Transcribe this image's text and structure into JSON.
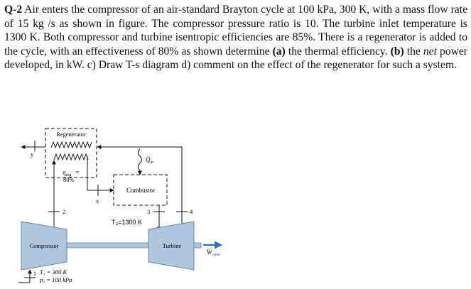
{
  "problem": {
    "number": "Q-2",
    "text_a": " Air enters the compressor of an air-standard Brayton cycle at 100 kPa, 300 K, with a mass flow rate of 15 kg /s as shown in figure. The compressor pressure ratio is 10. The turbine inlet temperature is 1300 K. Both compressor and turbine isentropic efficiencies are 85%. There is a regenerator is added to the cycle, with an effectiveness of 80% as shown determine ",
    "part_a": "(a)",
    "text_b": " the thermal efficiency. ",
    "part_b": "(b)",
    "text_c": " the ",
    "net_word": "net",
    "text_d": " power developed, in kW. c) Draw T-s diagram d) comment on the effect of the regenerator for such a system."
  },
  "figure": {
    "regenerator_label": "Regenerator",
    "effectiveness_symbol": "η",
    "effectiveness_subscript": "reg",
    "effectiveness_eq": "=",
    "effectiveness_value": "80%",
    "combustor_label": "Combustor",
    "compressor_label": "Compressor",
    "turbine_label": "Turbine",
    "heat_in_symbol": "Q̇",
    "heat_in_subscript": "in",
    "work_symbol": "Ẇ",
    "work_subscript": "cycle",
    "t3_label": "T₃=1300 K",
    "inlet_temp": "T₁ = 300 K",
    "inlet_pressure": "p₁ = 100 kPa",
    "state_labels": {
      "y": "y",
      "x": "x",
      "s1": "1",
      "s2": "2",
      "s3": "3",
      "s4": "4"
    },
    "colors": {
      "component_fill": "#aec6e0",
      "component_stroke": "#6a86a8",
      "arrow_blue": "#2b6fd1",
      "line": "#111111"
    }
  }
}
